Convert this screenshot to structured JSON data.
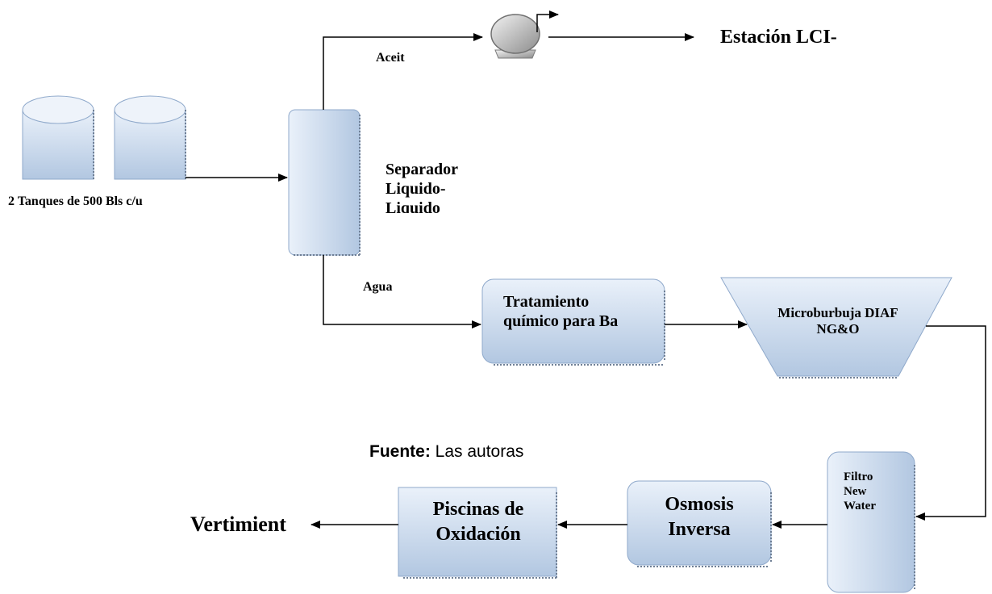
{
  "diagram": {
    "tanks_label": "2 Tanques de 500 Bls c/u",
    "separator_label": "Separador Liquido-Liquido",
    "oil_label": "Aceit",
    "water_label": "Agua",
    "destination_label": "Estación LCI-",
    "chemical_treatment_label": "Tratamiento químico para Ba",
    "microbubble_label": "Microburbuja DIAF NG&O",
    "filter_label": "Filtro New Water",
    "osmosis_label": "Osmosis Inversa",
    "oxidation_label": "Piscinas de Oxidación",
    "discharge_label": "Vertimient"
  },
  "source": {
    "prefix": "Fuente:",
    "text": " Las autoras"
  },
  "colors": {
    "fill_light": "#e6eef8",
    "fill_dark": "#b4c8e2",
    "stroke": "#6f8fb8",
    "pump_light": "#e8e8e8",
    "pump_dark": "#909090",
    "line": "#000000"
  }
}
